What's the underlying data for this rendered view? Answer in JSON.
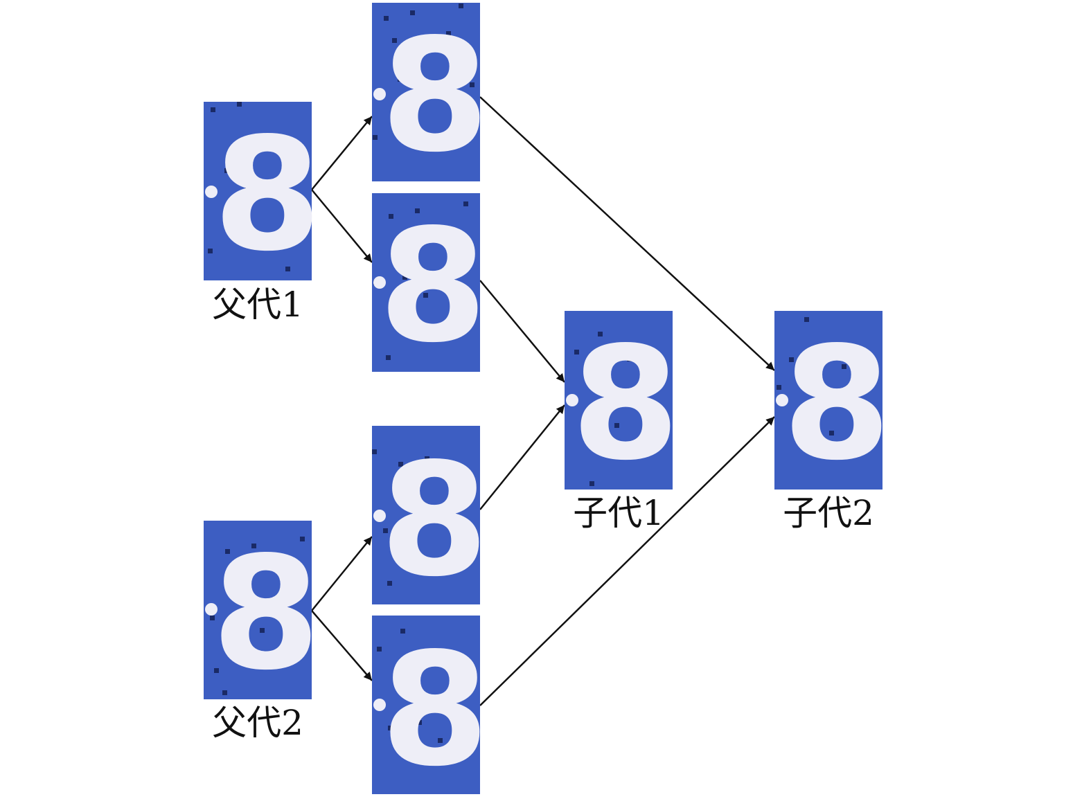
{
  "colors": {
    "tile_background": "#3d5ec2",
    "digit": "#eeeef7",
    "speck": "#1a2a66",
    "arrow": "#111111"
  },
  "labels": {
    "parent1": "父代1",
    "parent2": "父代2",
    "child1": "子代1",
    "child2": "子代2"
  },
  "tiles": [
    {
      "id": "parent1",
      "digit": "8"
    },
    {
      "id": "parent1-variant-a",
      "digit": "8"
    },
    {
      "id": "parent1-variant-b",
      "digit": "8"
    },
    {
      "id": "parent2",
      "digit": "8"
    },
    {
      "id": "parent2-variant-a",
      "digit": "8"
    },
    {
      "id": "parent2-variant-b",
      "digit": "8"
    },
    {
      "id": "child1",
      "digit": "8"
    },
    {
      "id": "child2",
      "digit": "8"
    }
  ],
  "edges": [
    {
      "from": "parent1",
      "to": "parent1-variant-a"
    },
    {
      "from": "parent1",
      "to": "parent1-variant-b"
    },
    {
      "from": "parent2",
      "to": "parent2-variant-a"
    },
    {
      "from": "parent2",
      "to": "parent2-variant-b"
    },
    {
      "from": "parent1-variant-a",
      "to": "child2"
    },
    {
      "from": "parent1-variant-b",
      "to": "child1"
    },
    {
      "from": "parent2-variant-a",
      "to": "child1"
    },
    {
      "from": "parent2-variant-b",
      "to": "child2"
    }
  ]
}
